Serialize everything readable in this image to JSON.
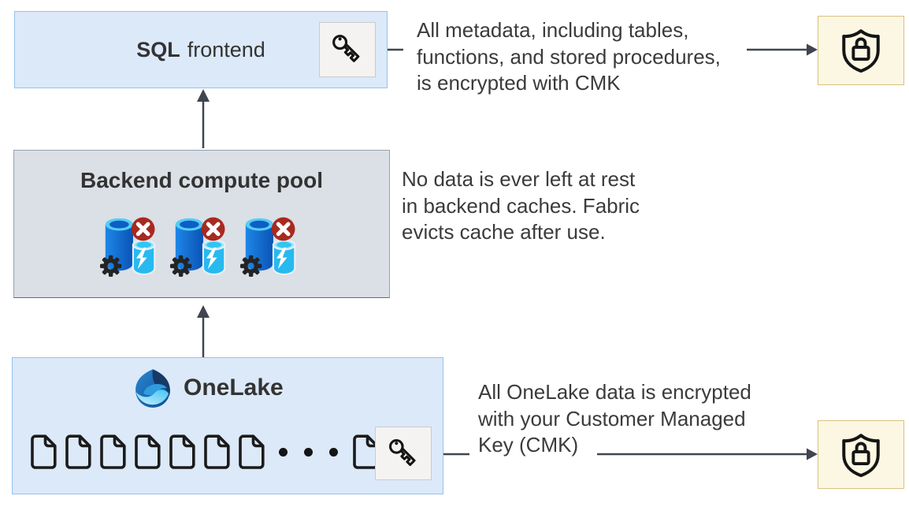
{
  "nodes": {
    "sql_frontend": {
      "title_bold": "SQL",
      "title_regular": "frontend"
    },
    "backend_pool": {
      "title": "Backend compute pool",
      "cache_node_count": 3
    },
    "onelake": {
      "title": "OneLake",
      "document_count": 8
    }
  },
  "annotations": {
    "metadata": {
      "lines": [
        "All metadata, including tables,",
        "functions, and stored procedures,",
        "is encrypted with CMK"
      ]
    },
    "backend_cache": {
      "lines": [
        "No data is ever left at rest",
        "in backend caches. Fabric",
        "evicts cache after use."
      ]
    },
    "onelake_data": {
      "lines": [
        "All OneLake data is encrypted",
        "with your Customer Managed",
        "Key (CMK)"
      ]
    }
  },
  "icons": {
    "key": "key-icon",
    "shield_lock": "shield-lock-icon",
    "document": "document-icon",
    "cache_compute": "cache-database-icon",
    "gear": "gear-icon",
    "blocked_badge": "red-x-badge-icon",
    "lightning": "lightning-bolt-icon",
    "onelake_logo": "onelake-logo"
  },
  "colors": {
    "node_blue_fill": "#dce9f9",
    "node_blue_border": "#94c3ec",
    "node_gray_fill": "#dbdfe6",
    "node_gray_border": "#97a1ad",
    "shield_chip_fill": "#fcf7e3",
    "shield_chip_border": "#d9c180",
    "key_chip_fill": "#f4f3f1",
    "key_chip_border": "#cbcbcb",
    "arrow": "#3f4650",
    "text": "#3b3b3b",
    "badge_red": "#a8291f",
    "cylinder_blue": "#0a53b4",
    "cylinder_cyan": "#28b9f0"
  }
}
